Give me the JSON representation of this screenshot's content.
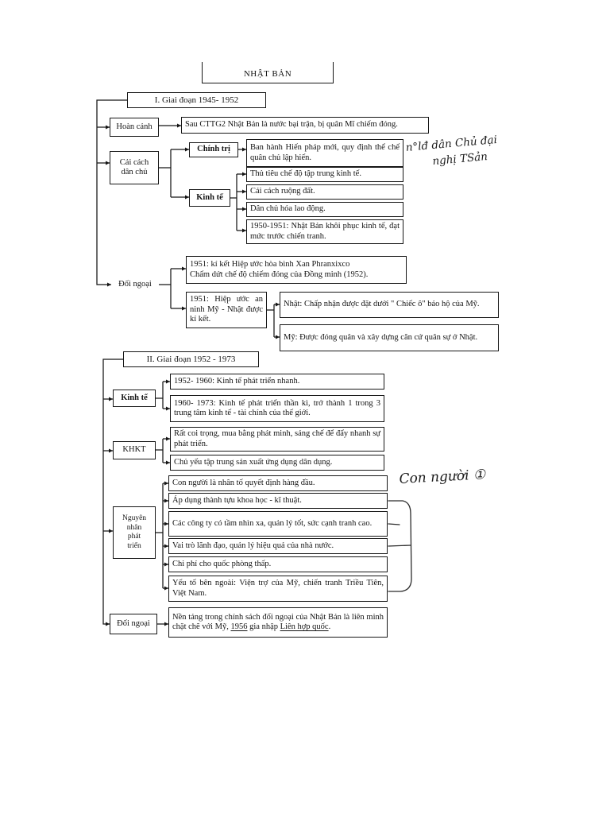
{
  "title": "NHẬT BẢN",
  "s1": {
    "header": "I. Giai đoạn 1945- 1952",
    "hoan_canh": {
      "label": "Hoàn cảnh",
      "text": "Sau CTTG2  Nhật Bản là nước bại trận, bị quân Mĩ chiếm đóng."
    },
    "cai_cach": {
      "label": [
        "Cải cách",
        "dân chủ"
      ]
    },
    "chinh_tri": {
      "label": "Chính trị",
      "text": "Ban hành Hiến pháp mới, quy định thể chế quân chủ lập hiến."
    },
    "kinh_te": {
      "label": "Kinh tế",
      "items": [
        "Thủ tiêu chế độ tập trung kinh tế.",
        "Cải cách ruộng đất.",
        "Dân chủ hóa lao động.",
        "1950-1951: Nhật Bản khôi phục kinh tế, đạt mức trước chiến tranh."
      ]
    },
    "doi_ngoai": {
      "label": "Đối ngoại",
      "hoa_binh": [
        "1951: kí kết Hiệp ước hòa bình Xan Phranxixco",
        "Chấm dứt chế độ chiếm đóng của Đồng minh (1952)."
      ],
      "an_ninh": "1951: Hiệp ước an ninh Mỹ - Nhật được kí kết.",
      "an_ninh_items": [
        "Nhật: Chấp nhận được đặt dưới \" Chiếc ô\" bảo hộ của Mỹ.",
        "Mỹ: Được đóng quân và xây dựng căn cứ quân sự ở Nhật."
      ]
    },
    "handwritten_note": [
      "n°lđ dân Chủ đại",
      "nghị TSản"
    ]
  },
  "s2": {
    "header": "II. Giai đoạn 1952 - 1973",
    "kinh_te": {
      "label": "Kinh tế",
      "items": [
        "1952- 1960: Kinh tế phát triển nhanh.",
        "1960- 1973: Kinh tế phát triển thần kì, trở thành 1 trong 3 trung tâm kinh tế - tài chính của thế giới."
      ]
    },
    "khkt": {
      "label": "KHKT",
      "items": [
        "Rất coi trọng, mua bằng phát minh, sáng chế để đẩy nhanh sự phát triển.",
        "Chủ yếu tập trung sản xuất ứng dụng dân dụng."
      ]
    },
    "nguyen_nhan": {
      "label": [
        "Nguyên",
        "nhân",
        "phát",
        "triển"
      ],
      "items": [
        "Con người là nhân tố quyết định hàng đầu.",
        "Áp dụng thành tựu khoa học - kĩ thuật.",
        "Các công ty có tầm nhìn xa, quản lý tốt, sức cạnh tranh cao.",
        "Vai trò lãnh đạo, quản lý hiệu quả của nhà nước.",
        "Chi phí cho quốc phòng thấp.",
        "Yếu tố bên ngoài: Viện trợ của Mỹ, chiến tranh Triều Tiên, Việt Nam."
      ],
      "handwritten_note": "Con người ①"
    },
    "doi_ngoai": {
      "label": "Đối ngoại",
      "text_parts": [
        "Nền tảng trong chính sách đối ngoại của Nhật Bản là liên minh chặt chẽ với Mỹ, ",
        "1956",
        " gia nhập ",
        "Liên hợp quốc",
        "."
      ]
    }
  }
}
